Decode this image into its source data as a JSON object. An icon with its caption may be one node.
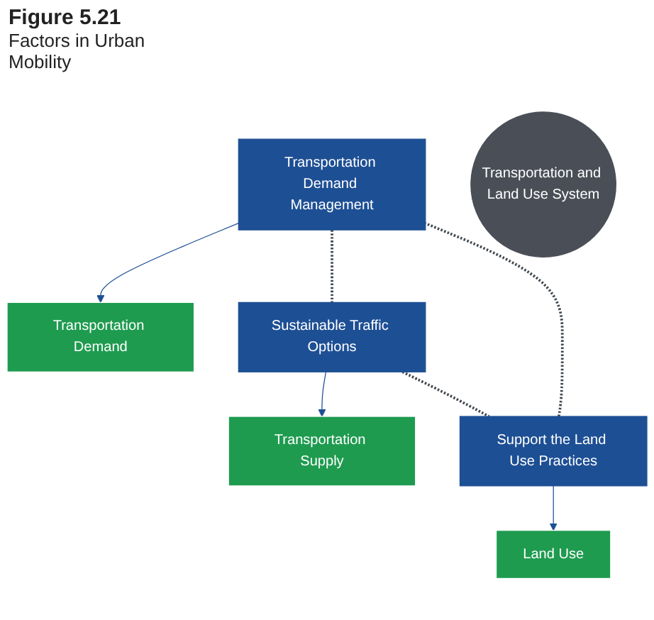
{
  "diagram": {
    "title": "Figure 5.21",
    "caption": "Factors in Urban Mobility",
    "nodes": [
      {
        "text": [
          "Transportation Demand Management"
        ]
      },
      {
        "text": [
          "Transportation Demand"
        ]
      },
      {
        "text": [
          "Transportation Supply"
        ]
      },
      {
        "text": [
          "Transportation and Land Use System"
        ]
      },
      {
        "text": [
          "Land Use"
        ]
      },
      {
        "text": [
          "Sustainable Traffic Options"
        ]
      },
      {
        "text": [
          "Support the Land Use Practices"
        ]
      }
    ],
    "edges": [
      {
        "from": 0,
        "to": 1,
        "arrow": "to"
      },
      {
        "from": 5,
        "to": 2,
        "arrow": "to"
      },
      {
        "from": 6,
        "to": 4,
        "arrow": "to"
      },
      {
        "from": 0,
        "to": 5,
        "arrow": "none",
        "style": "dashed",
        "color": "#3f4850"
      },
      {
        "from": 5,
        "to": 6,
        "arrow": "none",
        "style": "dashed",
        "color": "#3f4850"
      },
      {
        "from": 6,
        "to": 0,
        "arrow": "none",
        "style": "dashed",
        "color": "#3f4850"
      }
    ]
  }
}
